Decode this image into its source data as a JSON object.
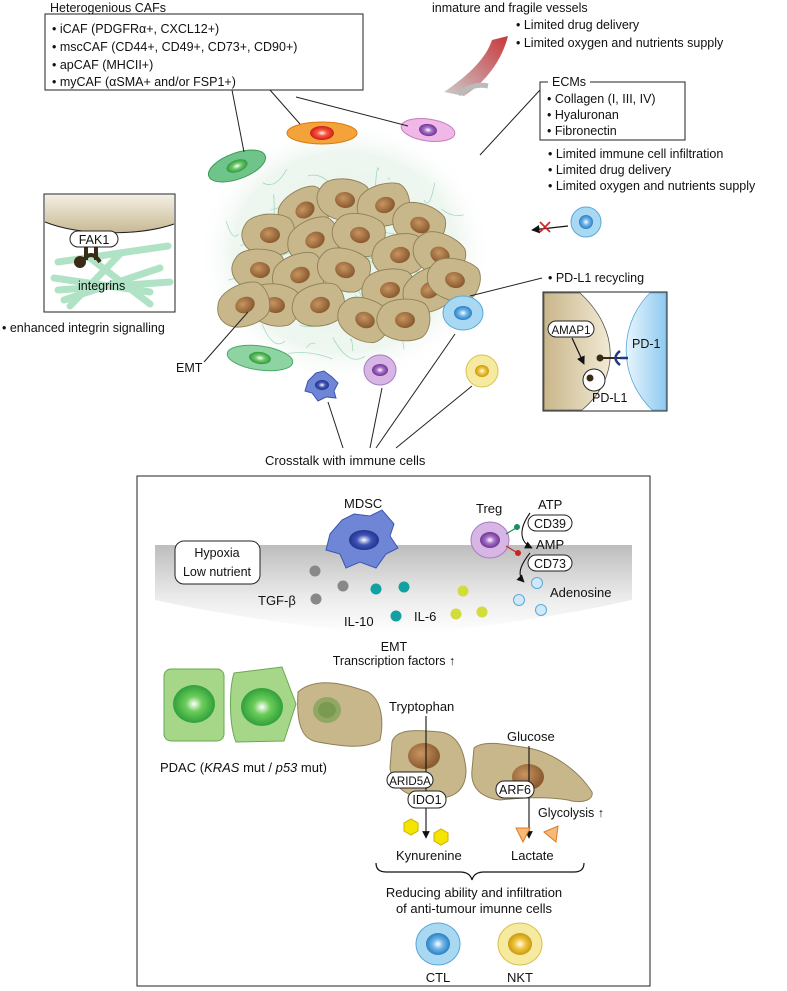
{
  "caf_box": {
    "title": "Heterogenious CAFs",
    "items": [
      "• iCAF (PDGFRα+, CXCL12+)",
      "• mscCAF (CD44+, CD49+, CD73+, CD90+)",
      "• apCAF (MHCII+)",
      "• myCAF (αSMA+ and/or FSP1+)"
    ]
  },
  "vessels": {
    "title": "inmature and fragile vessels",
    "items": [
      "• Limited drug delivery",
      "• Limited oxygen and nutrients supply"
    ]
  },
  "ecm_box": {
    "title": "ECMs",
    "items": [
      "• Collagen (I, III, IV)",
      "• Hyaluronan",
      "• Fibronectin"
    ]
  },
  "ecm_effects": [
    "• Limited immune cell infiltration",
    "• Limited drug delivery",
    "• Limited oxygen and nutrients supply"
  ],
  "fak_inset": {
    "fak_label": "FAK1",
    "integrins_label": "integrins",
    "caption": "• enhanced integrin signalling"
  },
  "pdl1_inset": {
    "title": "• PD-L1 recycling",
    "amap1": "AMAP1",
    "pd1": "PD-1",
    "pdl1": "PD-L1"
  },
  "emt_label": "EMT",
  "crosstalk_label": "Crosstalk with immune cells",
  "lower_panel": {
    "mdsc": "MDSC",
    "treg": "Treg",
    "atp": "ATP",
    "cd39": "CD39",
    "amp": "AMP",
    "cd73": "CD73",
    "adenosine": "Adenosine",
    "hypoxia_line1": "Hypoxia",
    "hypoxia_line2": "Low nutrient",
    "tgfb": "TGF-β",
    "il10": "IL-10",
    "il6": "IL-6",
    "emt_line1": "EMT",
    "emt_line2": "Transcription factors ↑",
    "pdac_pre": "PDAC (",
    "pdac_kras": "KRAS",
    "pdac_mid": " mut / ",
    "pdac_p53": "p53",
    "pdac_post": " mut)",
    "tryptophan": "Tryptophan",
    "arid5a": "ARID5A",
    "ido1": "IDO1",
    "glucose": "Glucose",
    "arf6": "ARF6",
    "glycolysis": "Glycolysis ↑",
    "kynurenine": "Kynurenine",
    "lactate": "Lactate",
    "reducing_line1": "Reducing ability and infiltration",
    "reducing_line2": "of anti-tumour imunne cells",
    "ctl": "CTL",
    "nkt": "NKT"
  },
  "colors": {
    "tumour": "#c7b78b",
    "tumour_edge": "#8f7f55",
    "nucleus": "#9c6a3d",
    "ecm_fiber": "#8fd4b4",
    "pdac_green": "#a6d688",
    "caf_green": "#3aa860",
    "caf_orange": "#f08a1f",
    "caf_pink": "#e4a0d8",
    "immune_blue": "#a9d8f2",
    "mdsc_blue": "#4b69c6",
    "treg_purple": "#c49ad8",
    "nkt_yellow": "#f1e077",
    "vessel_red": "#c8373b"
  }
}
